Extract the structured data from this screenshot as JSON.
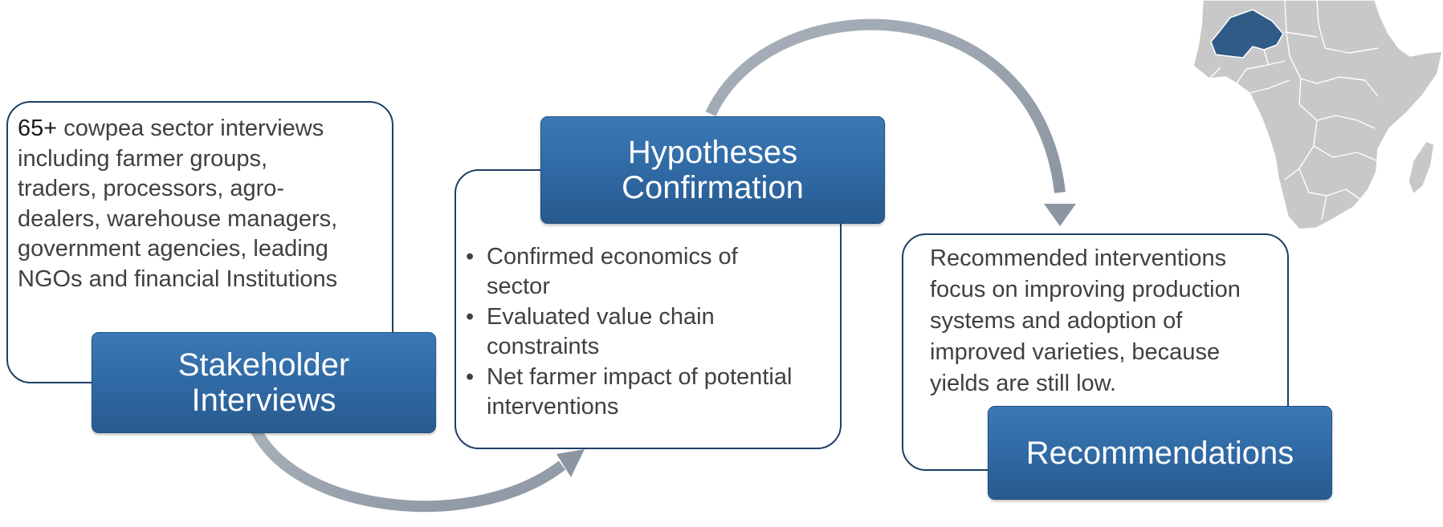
{
  "stakeholder": {
    "title_line1": "Stakeholder",
    "title_line2": "Interviews",
    "count": "65+",
    "lines": [
      " cowpea sector interviews",
      "including farmer groups,",
      "traders, processors, agro-",
      "dealers, warehouse managers,",
      "government agencies, leading",
      "NGOs and financial Institutions"
    ]
  },
  "hypotheses": {
    "title_line1": "Hypotheses",
    "title_line2": "Confirmation",
    "bullets": [
      {
        "line1": "Confirmed economics of",
        "line2": "sector"
      },
      {
        "line1": "Evaluated value chain",
        "line2": "constraints"
      },
      {
        "line1": "Net farmer impact of potential",
        "line2": "interventions"
      }
    ]
  },
  "recommendations": {
    "title": "Recommendations",
    "lines": [
      "Recommended interventions",
      "focus on improving production",
      "systems and adoption of",
      "improved varieties, because",
      "yields are still low."
    ]
  },
  "colors": {
    "banner_blue": "#2f68a2",
    "card_border": "#1f3f66",
    "arrow_gray": "#9aa3ae",
    "map_land": "#c8c8c8",
    "map_highlight": "#2f5b86"
  },
  "icons": {
    "map": "africa-map-icon",
    "arrows": "curved-arrow-icon"
  }
}
